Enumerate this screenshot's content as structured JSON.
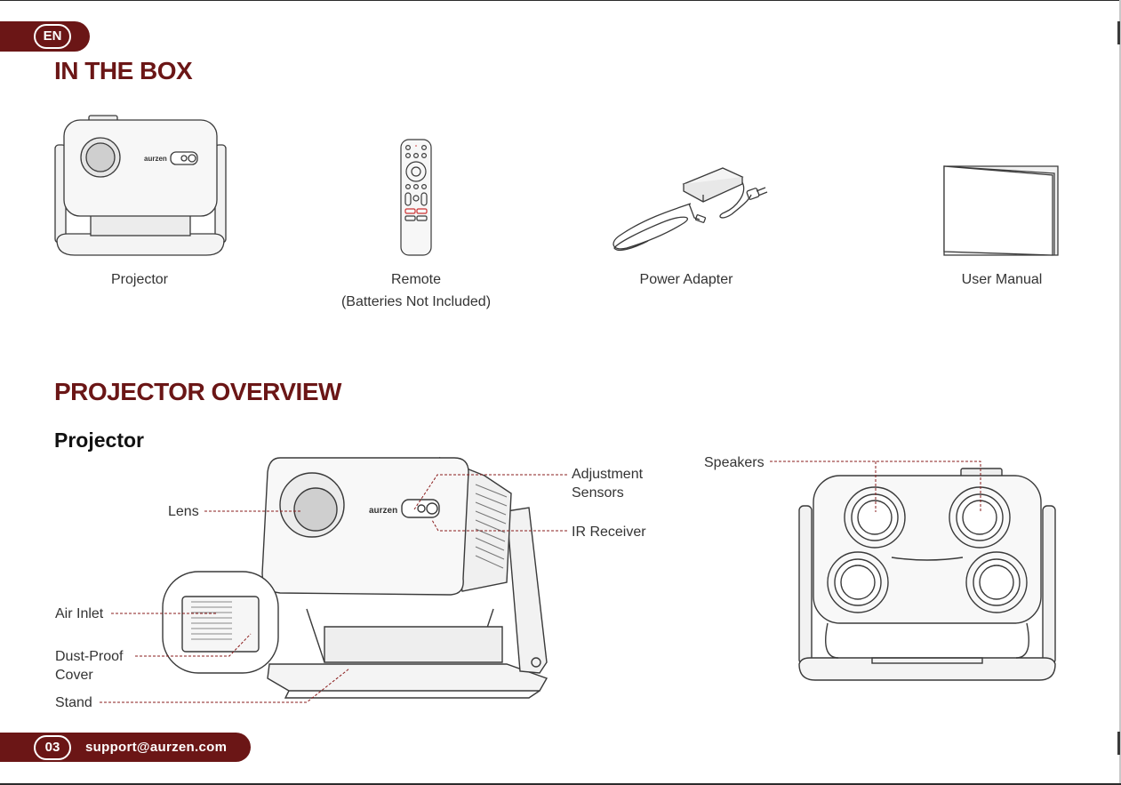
{
  "header": {
    "language": "EN"
  },
  "in_the_box": {
    "title": "IN THE BOX",
    "items": [
      {
        "label": "Projector"
      },
      {
        "label": "Remote",
        "note": "(Batteries Not Included)"
      },
      {
        "label": "Power Adapter"
      },
      {
        "label": "User Manual"
      }
    ]
  },
  "overview": {
    "title": "PROJECTOR OVERVIEW",
    "subtitle": "Projector",
    "callouts": {
      "lens": "Lens",
      "adjustment_line1": "Adjustment",
      "adjustment_line2": "Sensors",
      "ir_receiver": "IR Receiver",
      "air_inlet": "Air Inlet",
      "dust_line1": "Dust-Proof",
      "dust_line2": "Cover",
      "stand": "Stand",
      "speakers": "Speakers"
    }
  },
  "footer": {
    "page_number": "03",
    "support_email": "support@aurzen.com"
  },
  "colors": {
    "brand": "#6b1616",
    "callout_line": "#8a1c1c",
    "line_art": "#3a3a3a"
  }
}
